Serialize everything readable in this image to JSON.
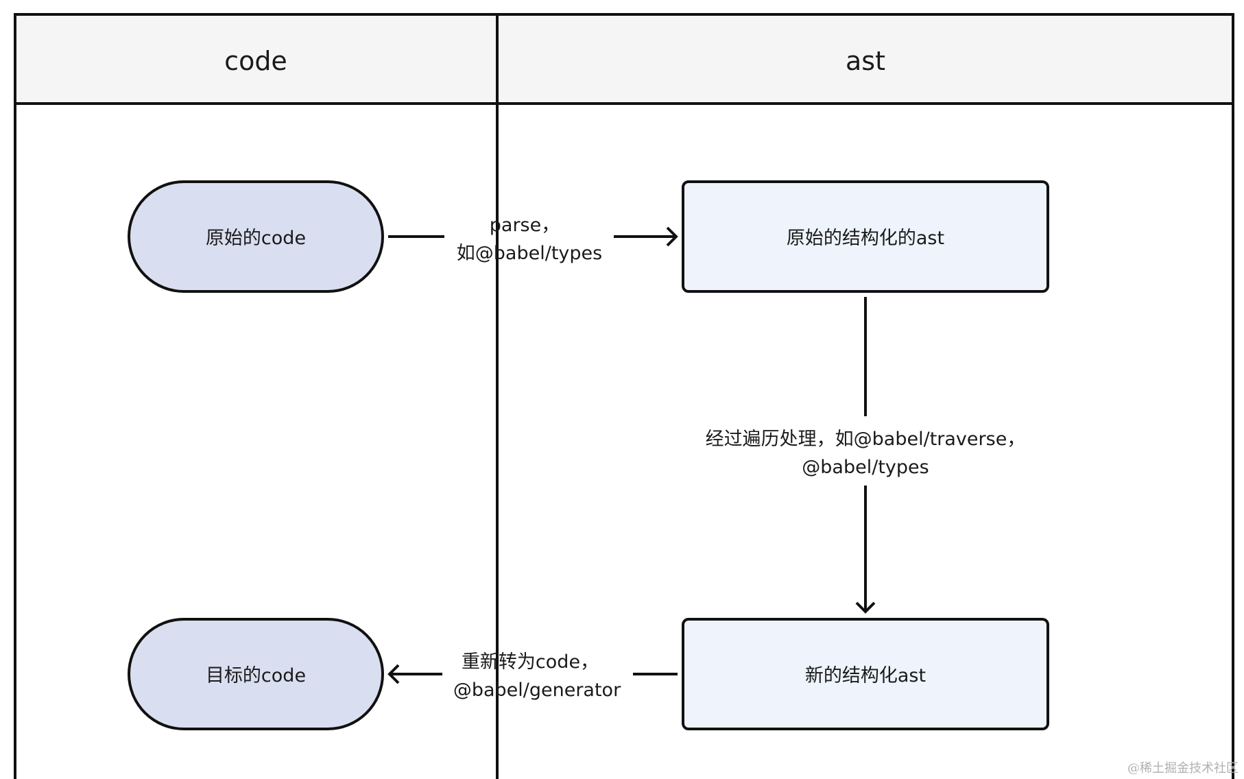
{
  "lanes": [
    {
      "id": "code",
      "label": "code"
    },
    {
      "id": "ast",
      "label": "ast"
    }
  ],
  "nodes": [
    {
      "id": "orig-code",
      "label": "原始的code",
      "shape": "pill"
    },
    {
      "id": "orig-ast",
      "label": "原始的结构化的ast",
      "shape": "rect"
    },
    {
      "id": "new-ast",
      "label": "新的结构化ast",
      "shape": "rect"
    },
    {
      "id": "target-code",
      "label": "目标的code",
      "shape": "pill"
    }
  ],
  "edges": [
    {
      "id": "parse",
      "from": "orig-code",
      "to": "orig-ast",
      "lines": [
        "parse，",
        "如@babel/types"
      ]
    },
    {
      "id": "traverse",
      "from": "orig-ast",
      "to": "new-ast",
      "lines": [
        "经过遍历处理，如@babel/traverse，",
        "@babel/types"
      ]
    },
    {
      "id": "generate",
      "from": "new-ast",
      "to": "target-code",
      "lines": [
        "重新转为code，",
        "@babel/generator"
      ]
    }
  ],
  "colors": {
    "header_fill": "#f5f5f5",
    "pill_fill": "#d9dff0",
    "rect_fill": "#eef3fc",
    "stroke": "#111111"
  },
  "watermark": "@稀土掘金技术社区"
}
